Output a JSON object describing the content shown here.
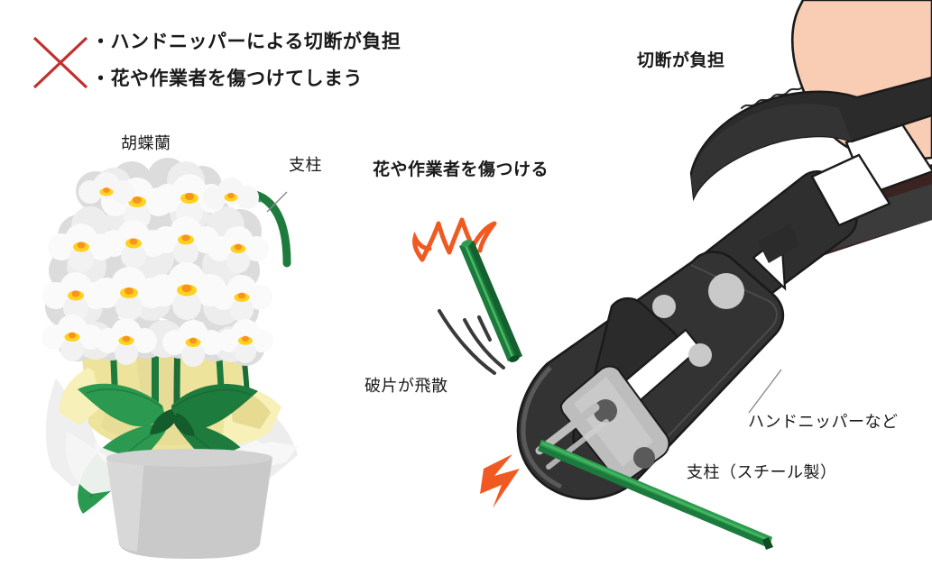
{
  "figure": {
    "title_block": {
      "mark": "red-x-mark",
      "bullets": [
        "・ハンドニッパーによる切断が負担",
        "・花や作業者を傷つけてしまう"
      ]
    },
    "labels": {
      "orchid": "胡蝶蘭",
      "stake_left": "支柱",
      "damage_warning": "花や作業者を傷つける",
      "fragments_scatter": "破片が飛散",
      "cutting_burden": "切断が負担",
      "hand_nipper": "ハンドニッパーなど",
      "steel_stake": "支柱（スチール製）"
    },
    "colors": {
      "red_x": "#C0302E",
      "text": "#1a1a1a",
      "leader_line": "#8a8a8a",
      "stake_green": "#1B7A3C",
      "stake_green_light": "#2E9C50",
      "stake_highlight": "#47B862",
      "leaf_green": "#1E7B3E",
      "leaf_green_dark": "#14632F",
      "leaf_green_light": "#2F9F52",
      "flower_white": "#FAFAFA",
      "flower_shade": "#D9D9D9",
      "flower_shade_light": "#E8E8E8",
      "flower_center_yellow": "#FFD21E",
      "flower_center_orange": "#F7941E",
      "wrap_yellow": "#EDE39B",
      "wrap_yellow_light": "#F7F0B8",
      "wrap_yellow_dark": "#D9CE82",
      "tissue_white": "#F2F2F2",
      "tissue_grey": "#E4E4E4",
      "pot_grey": "#C9C9C9",
      "pot_grey_light": "#D6D6D6",
      "skin": "#F8CDB4",
      "tool_black": "#2B2B2B",
      "tool_dark": "#3B3B3B",
      "tool_darker": "#1F1F1F",
      "tool_brown": "#3A2320",
      "tool_metal": "#BDBDBD",
      "tool_pin": "#C9C9C9",
      "spark_orange": "#F05A22",
      "motion_line": "#3A3A3A"
    }
  }
}
